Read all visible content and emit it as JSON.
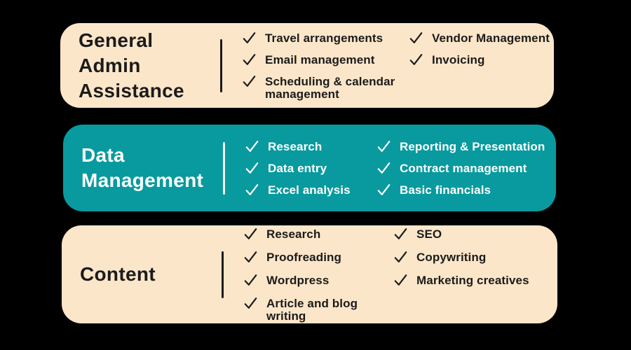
{
  "canvas": {
    "background": "#000000"
  },
  "icons": {
    "item_bullet": "checkmark"
  },
  "panels": [
    {
      "id": "general-admin-assistance",
      "variant": "peach",
      "title": "General Admin Assistance",
      "title_lines": [
        "General",
        "Admin",
        "Assistance"
      ],
      "bg": "#FCE6C9",
      "text_color": "#1B1B1B",
      "divider_color": "#1B1B1B",
      "columns": [
        {
          "items": [
            "Travel arrangements",
            "Email management",
            "Scheduling & calendar management"
          ]
        },
        {
          "items": [
            "Vendor Management",
            "Invoicing"
          ]
        }
      ]
    },
    {
      "id": "data-management",
      "variant": "teal",
      "title": "Data Management",
      "title_lines": [
        "Data",
        "Management"
      ],
      "bg": "#089A9E",
      "text_color": "#FFFFFF",
      "divider_color": "#F5FAFA",
      "columns": [
        {
          "items": [
            "Research",
            "Data entry",
            "Excel analysis"
          ]
        },
        {
          "items": [
            "Reporting & Presentation",
            "Contract management",
            "Basic financials"
          ]
        }
      ]
    },
    {
      "id": "content",
      "variant": "peach",
      "title": "Content",
      "title_lines": [
        "Content"
      ],
      "bg": "#FCE6C9",
      "text_color": "#1B1B1B",
      "divider_color": "#1B1B1B",
      "columns": [
        {
          "items": [
            "Research",
            "Proofreading",
            "Wordpress",
            "Article and blog writing"
          ]
        },
        {
          "items": [
            "SEO",
            "Copywriting",
            "Marketing creatives"
          ]
        }
      ]
    }
  ]
}
